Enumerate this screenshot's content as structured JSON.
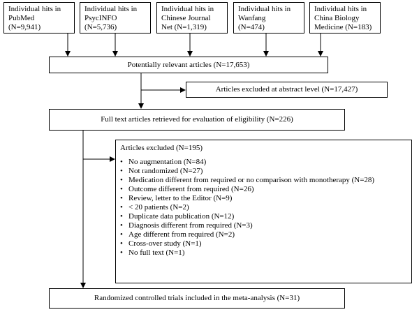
{
  "sources": [
    {
      "lines": [
        "Individual hits in",
        "PubMed",
        "(N=9,941)"
      ]
    },
    {
      "lines": [
        "Individual hits in",
        "PsycINFO",
        "(N=5,736)"
      ]
    },
    {
      "lines": [
        "Individual hits in",
        "Chinese Journal",
        "Net (N=1,319)"
      ]
    },
    {
      "lines": [
        "Individual hits in",
        "Wanfang",
        "(N=474)"
      ]
    },
    {
      "lines": [
        "Individual hits in",
        "China Biology",
        "Medicine (N=183)"
      ]
    }
  ],
  "potential": "Potentially relevant articles (N=17,653)",
  "abstract_excluded": "Articles excluded at abstract level (N=17,427)",
  "fulltext": "Full text articles retrieved for evaluation of eligibility (N=226)",
  "excluded": {
    "title": "Articles excluded (N=195)",
    "bullet": "•",
    "items": [
      "No augmentation (N=84)",
      "Not randomized (N=27)",
      "Medication different from required  or no comparison with monotherapy (N=28)",
      "Outcome different from required (N=26)",
      "Review, letter to the Editor (N=9)",
      "< 20 patients (N=2)",
      "Duplicate data publication (N=12)",
      "Diagnosis different from required (N=3)",
      "Age different from required (N=2)",
      "Cross-over study (N=1)",
      "No full text (N=1)"
    ]
  },
  "included": "Randomized controlled trials included in the meta-analysis (N=31)"
}
